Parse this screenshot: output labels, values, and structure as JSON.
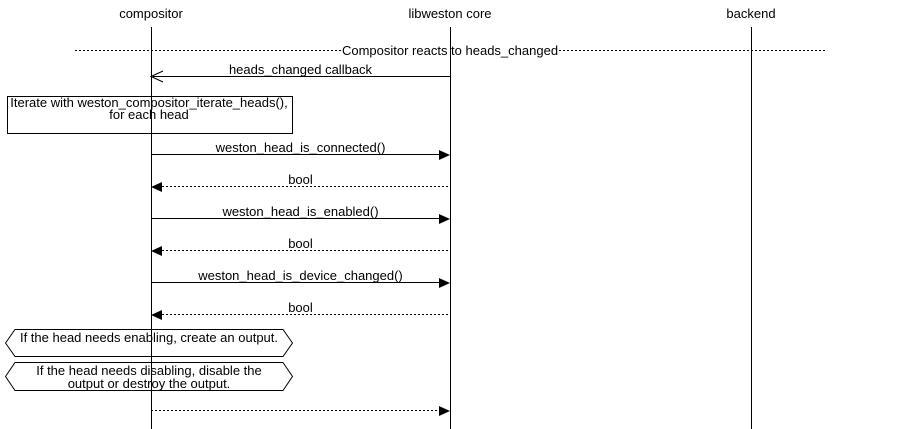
{
  "colors": {
    "ink": "#000000",
    "background": "#ffffff"
  },
  "participants": [
    {
      "label": "compositor"
    },
    {
      "label": "libweston core"
    },
    {
      "label": "backend"
    }
  ],
  "divider": {
    "label": "Compositor reacts to heads_changed"
  },
  "messages": [
    {
      "label": "heads_changed callback",
      "from": "libweston core",
      "to": "compositor",
      "line": "solid",
      "arrowhead": "open"
    },
    {
      "label": "weston_head_is_connected()",
      "from": "compositor",
      "to": "libweston core",
      "line": "solid",
      "arrowhead": "filled"
    },
    {
      "label": "bool",
      "from": "libweston core",
      "to": "compositor",
      "line": "dotted",
      "arrowhead": "filled"
    },
    {
      "label": "weston_head_is_enabled()",
      "from": "compositor",
      "to": "libweston core",
      "line": "solid",
      "arrowhead": "filled"
    },
    {
      "label": "bool",
      "from": "libweston core",
      "to": "compositor",
      "line": "dotted",
      "arrowhead": "filled"
    },
    {
      "label": "weston_head_is_device_changed()",
      "from": "compositor",
      "to": "libweston core",
      "line": "solid",
      "arrowhead": "filled"
    },
    {
      "label": "bool",
      "from": "libweston core",
      "to": "compositor",
      "line": "dotted",
      "arrowhead": "filled"
    },
    {
      "label": "",
      "from": "compositor",
      "to": "libweston core",
      "line": "dotted",
      "arrowhead": "filled"
    }
  ],
  "note": {
    "text": "Iterate with weston_compositor_iterate_heads(), for each head"
  },
  "conditions": [
    {
      "text": "If the head needs enabling, create an output."
    },
    {
      "text": "If the head needs disabling, disable the output or destroy the output."
    }
  ]
}
